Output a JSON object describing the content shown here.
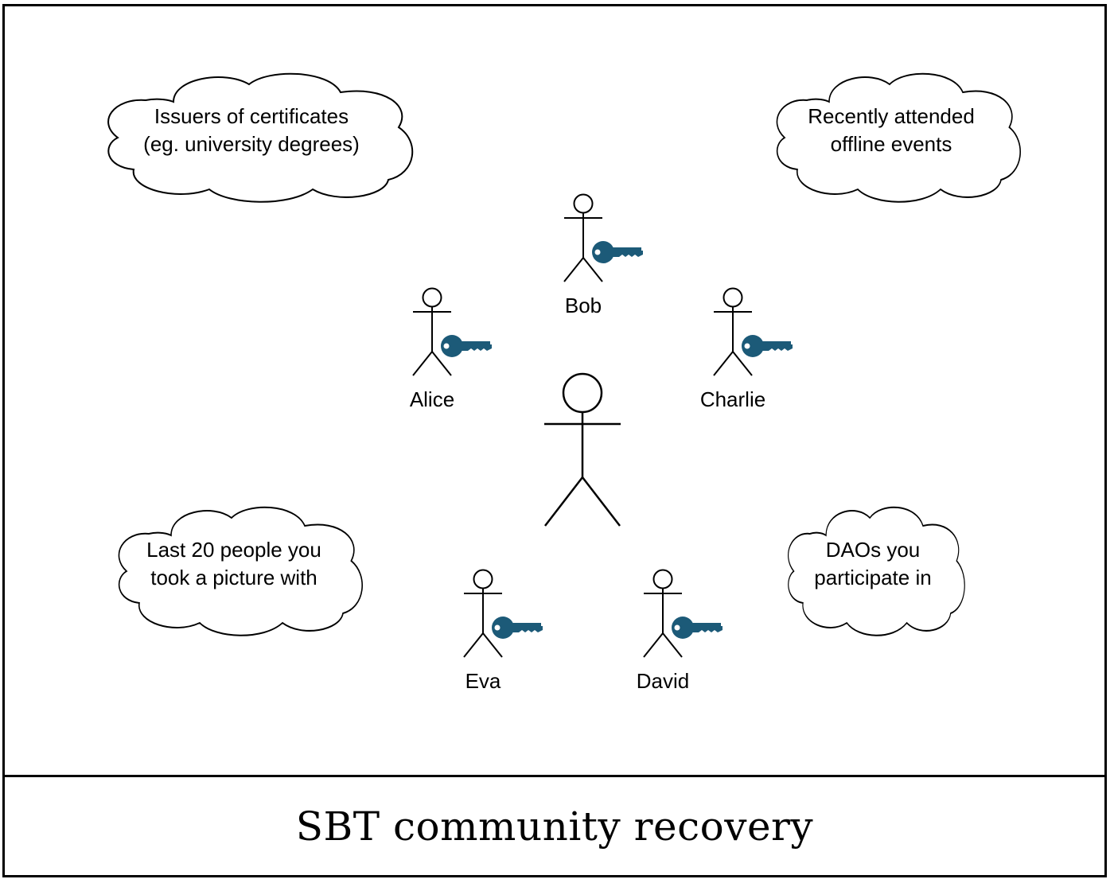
{
  "caption": "SBT community recovery",
  "colors": {
    "key": "#1c5a78",
    "stroke": "#000000",
    "background": "#ffffff"
  },
  "clouds": {
    "top_left": {
      "line1": "Issuers of certificates",
      "line2": "(eg. university degrees)"
    },
    "top_right": {
      "line1": "Recently attended",
      "line2": "offline events"
    },
    "bottom_left": {
      "line1": "Last 20 people you",
      "line2": "took a picture with"
    },
    "bottom_right": {
      "line1": "DAOs you",
      "line2": "participate in"
    }
  },
  "guardians": {
    "bob": {
      "name": "Bob",
      "icon": "key-icon"
    },
    "alice": {
      "name": "Alice",
      "icon": "key-icon"
    },
    "charlie": {
      "name": "Charlie",
      "icon": "key-icon"
    },
    "eva": {
      "name": "Eva",
      "icon": "key-icon"
    },
    "david": {
      "name": "David",
      "icon": "key-icon"
    }
  },
  "center_user": {
    "icon": "person-icon"
  }
}
